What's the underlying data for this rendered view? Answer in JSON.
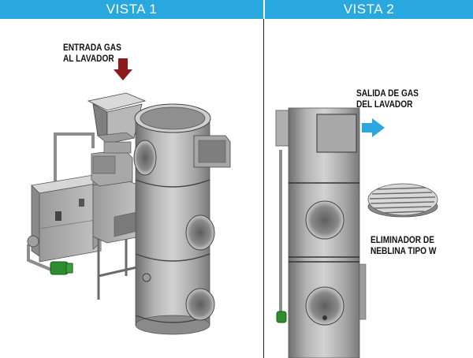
{
  "header": {
    "view1_title": "VISTA 1",
    "view2_title": "VISTA 2"
  },
  "view1": {
    "inlet_label_line1": "ENTRADA GAS",
    "inlet_label_line2": "AL LAVADOR"
  },
  "view2": {
    "outlet_label_line1": "SALIDA DE GAS",
    "outlet_label_line2": "DEL LAVADOR",
    "mist_label_line1": "ELIMINADOR DE",
    "mist_label_line2": "NEBLINA TIPO W"
  },
  "colors": {
    "header_bg": "#29a8e0",
    "inlet_arrow": "#8b1a1a",
    "outlet_arrow": "#2aa7df",
    "motor": "#2e8b2e"
  }
}
